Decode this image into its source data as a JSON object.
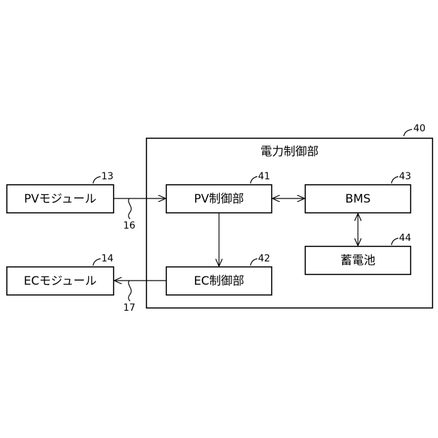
{
  "blocks": {
    "controller": {
      "label": "電力制御部",
      "ref": "40"
    },
    "pv_module": {
      "label": "PVモジュール",
      "ref": "13"
    },
    "ec_module": {
      "label": "ECモジュール",
      "ref": "14"
    },
    "pv_controller": {
      "label": "PV制御部",
      "ref": "41"
    },
    "ec_controller": {
      "label": "EC制御部",
      "ref": "42"
    },
    "bms": {
      "label": "BMS",
      "ref": "43"
    },
    "battery": {
      "label": "蓄電池",
      "ref": "44"
    }
  },
  "wires": {
    "pv_wire": {
      "ref": "16"
    },
    "ec_wire": {
      "ref": "17"
    }
  }
}
